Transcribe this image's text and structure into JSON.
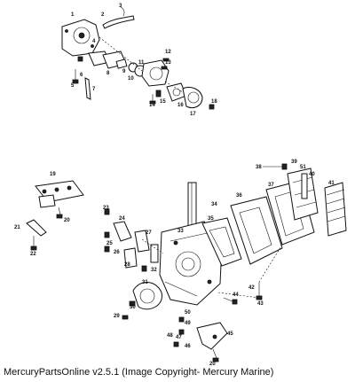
{
  "caption": "MercuryPartsOnline v2.5.1 (Image Copyright- Mercury Marine)",
  "callouts": [
    "1",
    "2",
    "3",
    "4",
    "5",
    "6",
    "7",
    "8",
    "9",
    "10",
    "11",
    "12",
    "13",
    "14",
    "15",
    "16",
    "17",
    "18",
    "19",
    "20",
    "21",
    "22",
    "23",
    "24",
    "25",
    "26",
    "27",
    "28",
    "29",
    "30",
    "31",
    "32",
    "33",
    "34",
    "35",
    "36",
    "37",
    "38",
    "39",
    "40",
    "41",
    "42",
    "43",
    "44",
    "45",
    "46",
    "47",
    "48",
    "49",
    "50",
    "51"
  ]
}
